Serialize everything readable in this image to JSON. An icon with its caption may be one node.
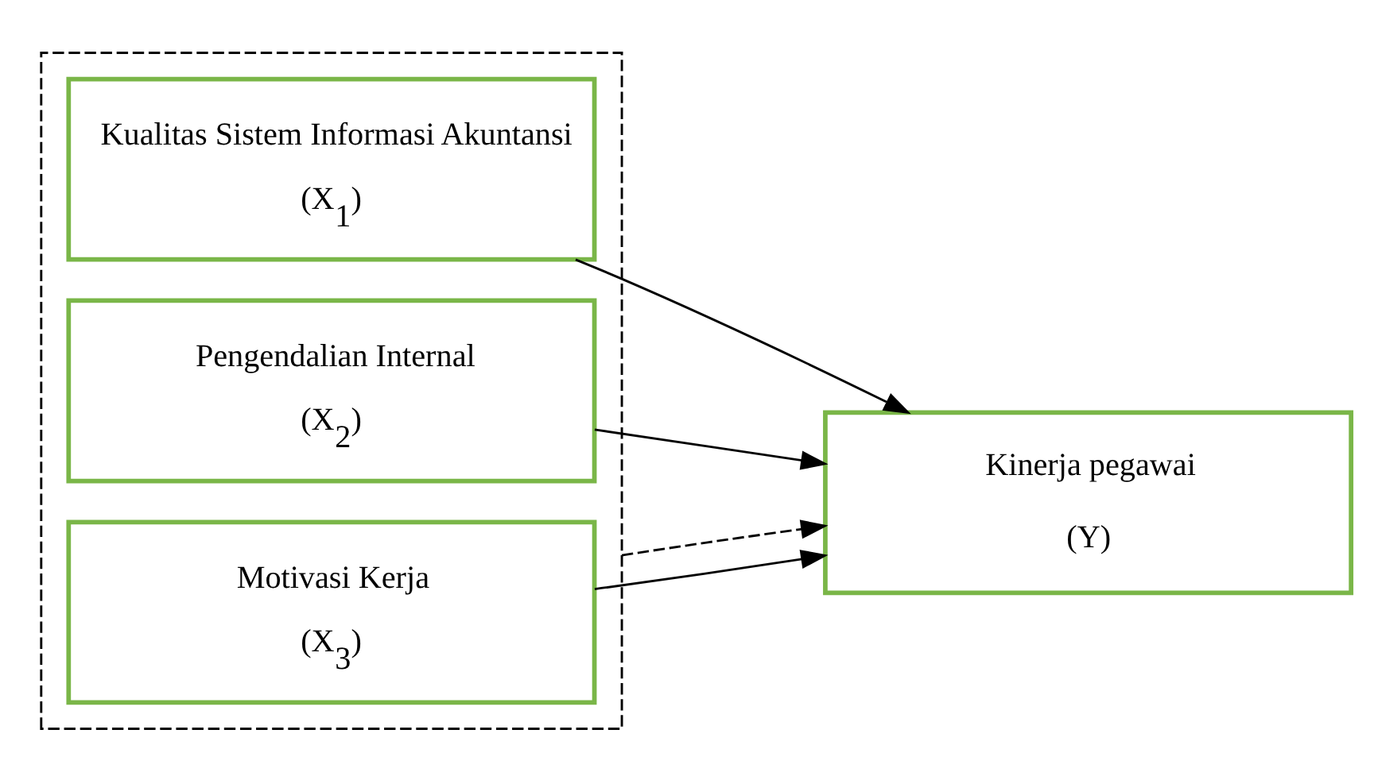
{
  "diagram": {
    "nodes": [
      {
        "text": [],
        "shape": "box"
      },
      {
        "text": [
          "Kualitas Sistem Informasi Akuntansi",
          "(X$_{1}$)"
        ],
        "in": 0
      },
      {
        "text": [
          "Pengendalian Internal",
          "(X$_{2}$)"
        ],
        "in": 0
      },
      {
        "text": [
          "Motivasi Kerja",
          "(X$_{3}$)"
        ],
        "in": 0
      },
      {
        "text": [
          "Kinerja pegawai",
          "(Y)"
        ]
      }
    ],
    "edges": [
      {
        "from": 1,
        "to": 4,
        "arrow": "to"
      },
      {
        "from": 2,
        "to": 4,
        "arrow": "to"
      },
      {
        "from": 3,
        "to": 4,
        "arrow": "to"
      },
      {
        "from": 0,
        "to": 4,
        "arrow": "to",
        "style": "dashed"
      }
    ]
  }
}
